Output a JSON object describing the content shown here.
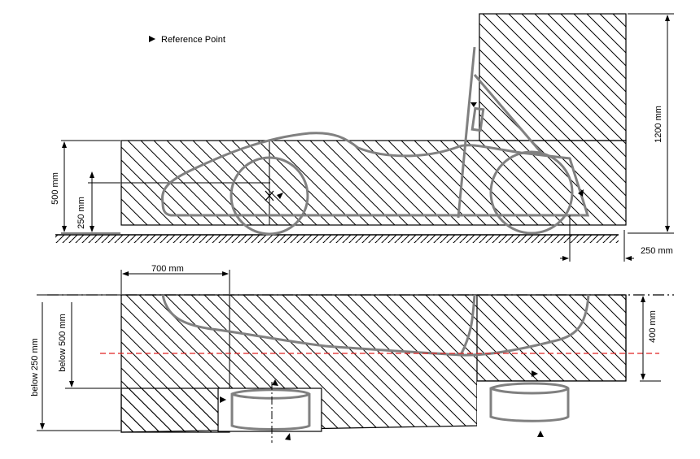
{
  "legend": {
    "label": "Reference Point",
    "marker_icon": "triangle-marker-icon"
  },
  "side_view": {
    "dim_500": "500 mm",
    "dim_250": "250 mm",
    "dim_1200": "1200 mm",
    "dim_250_rear": "250 mm"
  },
  "top_view": {
    "dim_700": "700 mm",
    "dim_below_250": "below 250 mm",
    "dim_below_500": "below 500 mm",
    "dim_400": "400 mm"
  },
  "colors": {
    "hatch": "#000000",
    "car_outline": "#808080",
    "centerline": "#e02020",
    "background": "#ffffff"
  }
}
